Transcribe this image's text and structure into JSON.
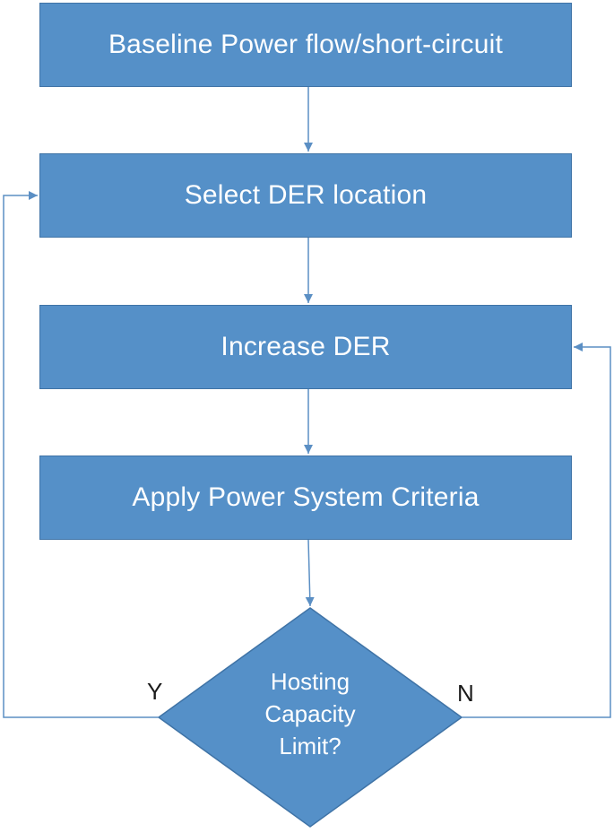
{
  "nodes": {
    "baseline": "Baseline Power flow/short-circuit",
    "select_location": "Select DER location",
    "increase": "Increase DER",
    "apply_criteria": "Apply Power System Criteria",
    "decision": [
      "Hosting",
      "Capacity",
      "Limit?"
    ]
  },
  "edges": {
    "yes_label": "Y",
    "no_label": "N"
  },
  "colors": {
    "box_fill": "#5590c8",
    "box_border": "#3f73a6",
    "connector": "#5b8fc4",
    "text": "#ffffff"
  }
}
